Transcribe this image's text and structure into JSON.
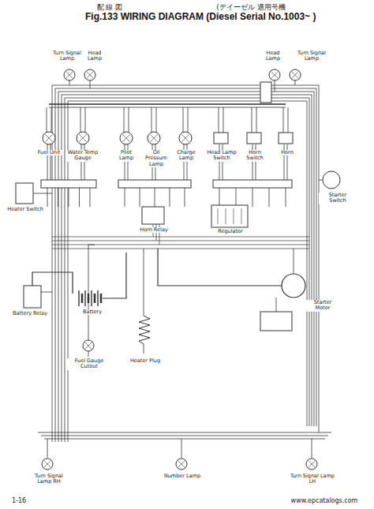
{
  "diagram": {
    "title": "Fig.133 WIRING DIAGRAM (Diesel Serial No.1003~ )",
    "labels": [
      "配 線 図",
      "(デイーゼル 適用号機",
      "Turn Signal Lamp",
      "Head Lamp",
      "Head Lamp",
      "Turn Signal Lamp",
      "Fuel Unit",
      "Water Temp Gauge",
      "Pilot Lamp",
      "Oil Pressure Lamp",
      "Charge Lamp",
      "Head Lamp Switch",
      "Horn Switch",
      "Horn",
      "Heater Switch",
      "Horn Relay",
      "Regulator",
      "Starter Switch",
      "Battery Relay",
      "Battery",
      "Fuel Gauge Cutout",
      "Heater Plug",
      "Starter Motor",
      "Turn Signal Lamp RH",
      "Number Lamp",
      "Turn Signal Lamp LH",
      "1-16",
      "www.epcatalogs.com"
    ]
  }
}
